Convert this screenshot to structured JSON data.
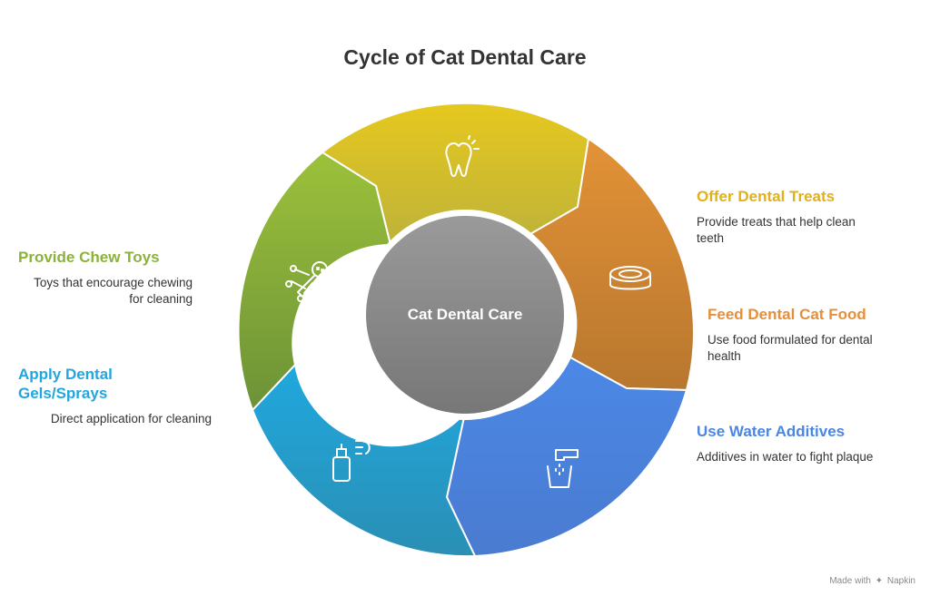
{
  "title": "Cycle of Cat Dental Care",
  "center": {
    "label": "Cat Dental Care",
    "color": "#8a8a8a"
  },
  "segments": [
    {
      "id": "tooth",
      "icon": "tooth-icon",
      "heading": "",
      "description": "",
      "color_top": "#e6c81e",
      "color_bottom": "#bdb23a"
    },
    {
      "id": "treats",
      "icon": "pet-bowl-icon",
      "heading": "Offer Dental Treats",
      "description": "Provide treats that help clean teeth",
      "color_top": "#e39236",
      "color_bottom": "#b8772f"
    },
    {
      "id": "water",
      "icon": "water-tap-icon",
      "heading": "Use Water Additives",
      "description": "Additives in water to fight plaque",
      "color_top": "#4b88e6",
      "color_bottom": "#4a7bd0"
    },
    {
      "id": "gels",
      "icon": "spray-bottle-icon",
      "heading": "Apply Dental Gels/Sprays",
      "description": "Direct application for cleaning",
      "color_top": "#20a8de",
      "color_bottom": "#2a8fb4"
    },
    {
      "id": "chew",
      "icon": "chew-toy-icon",
      "heading": "Provide Chew Toys",
      "description": "Toys that encourage chewing for cleaning",
      "color_top": "#9cc13a",
      "color_bottom": "#6c9238"
    }
  ],
  "extra_label": {
    "heading": "Feed Dental Cat Food",
    "description": "Use food formulated for dental health",
    "color": "#e58f3a"
  },
  "heading_colors": {
    "treats": "#e2b117",
    "food": "#e58f3a",
    "water": "#4a86e2",
    "gels": "#21a6de",
    "chew": "#8cb23a"
  },
  "footer": {
    "text_before": "Made with",
    "brand": "Napkin"
  }
}
